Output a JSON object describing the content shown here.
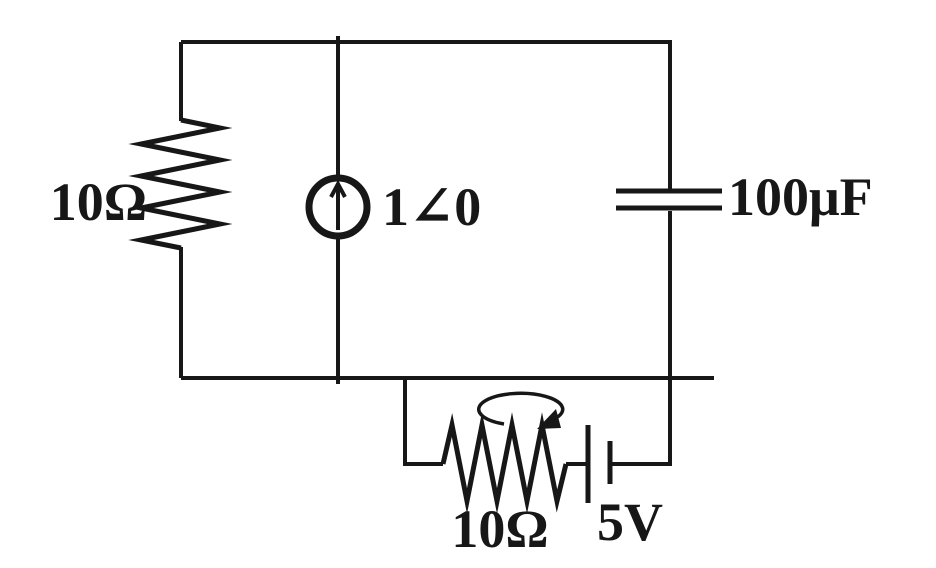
{
  "colors": {
    "ink": "#171717",
    "background": "#ffffff"
  },
  "components": {
    "left_resistor": {
      "type": "resistor",
      "symbol": "vertical-zigzag",
      "label": "10Ω"
    },
    "current_source": {
      "type": "current-source",
      "symbol": "circle-with-up-arrow",
      "label": "1∠0"
    },
    "capacitor": {
      "type": "capacitor",
      "symbol": "parallel-plates",
      "label": "100μF"
    },
    "variable_resistor": {
      "type": "variable-resistor",
      "symbol": "zigzag-with-curved-adjustment-arrow",
      "label": "10Ω"
    },
    "battery": {
      "type": "dc-voltage-source",
      "symbol": "long-short-plates",
      "label": "5V"
    }
  }
}
